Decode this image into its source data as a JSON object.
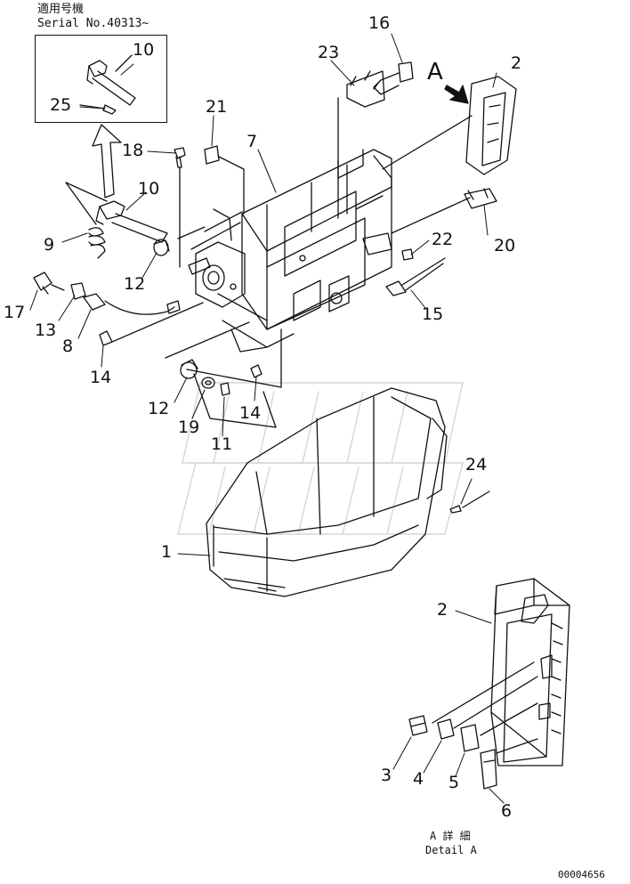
{
  "applicability": {
    "heading": "適用号機",
    "serial": "Serial No.40313~"
  },
  "callouts": [
    "1",
    "2",
    "3",
    "4",
    "5",
    "6",
    "7",
    "8",
    "9",
    "10",
    "11",
    "12",
    "13",
    "14",
    "15",
    "16",
    "17",
    "18",
    "19",
    "20",
    "21",
    "22",
    "23",
    "24",
    "25"
  ],
  "view_marker": "A",
  "detail": {
    "title_jp": "A 詳 細",
    "title_en": "Detail A"
  },
  "figure_number": "00004656"
}
